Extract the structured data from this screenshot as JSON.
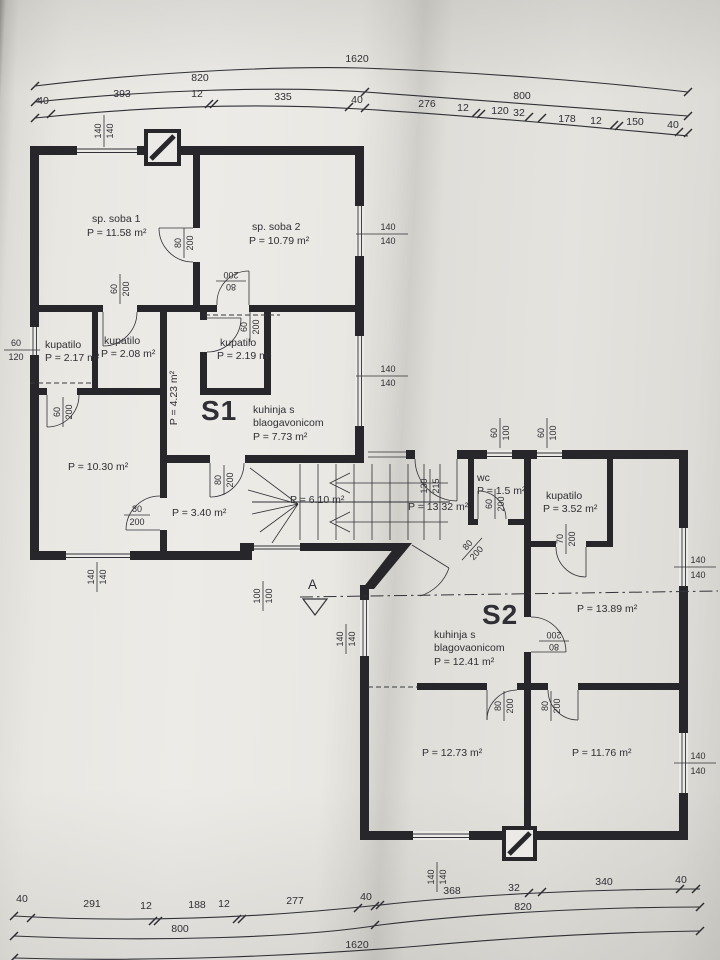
{
  "drawing": {
    "units": {
      "s1": "S1",
      "s2": "S2"
    },
    "section": {
      "label": "A"
    },
    "rooms": {
      "sp_soba_1": {
        "name": "sp. soba 1",
        "area": "P = 11.58 m²"
      },
      "sp_soba_2": {
        "name": "sp. soba 2",
        "area": "P = 10.79 m²"
      },
      "kupatilo_a": {
        "name": "kupatilo",
        "area": "P = 2.17 m²"
      },
      "kupatilo_b": {
        "name": "kupatilo",
        "area": "P = 2.08 m²"
      },
      "kupatilo_c": {
        "name": "kupatilo",
        "area": "P = 2.19 m²"
      },
      "hodnik_s1_area": "P = 4.23 m²",
      "kuhinja_s1": {
        "line1": "kuhinja s",
        "line2": "blaogavonicom",
        "area": "P = 7.73 m²"
      },
      "room_1030_area": "P = 10.30 m²",
      "hodnik_340_area": "P = 3.40 m²",
      "stepenice_area": "P = 6.10 m²",
      "ulaz_s2_area": "P = 13.32 m²",
      "wc": {
        "name": "wc",
        "area": "P = 1.5 m²"
      },
      "kupatilo_s2": {
        "name": "kupatilo",
        "area": "P = 3.52 m²"
      },
      "room_1389_area": "P = 13.89 m²",
      "kuhinja_s2": {
        "line1": "kuhinja s",
        "line2": "blagovaonicom",
        "area": "P = 12.41 m²"
      },
      "room_1273_area": "P = 12.73 m²",
      "room_1176_area": "P = 11.76 m²"
    },
    "dims": {
      "top_total": "1620",
      "top_mid": [
        "820",
        "800"
      ],
      "top_segs": [
        "40",
        "393",
        "12",
        "335",
        "40",
        "276",
        "12",
        "120",
        "32",
        "178",
        "12",
        "150",
        "40"
      ],
      "bottom_segs_left": [
        "40",
        "291",
        "12",
        "188",
        "12",
        "277",
        "40"
      ],
      "bottom_segs_right": [
        "368",
        "32",
        "340",
        "40"
      ],
      "bottom_mid_left": "800",
      "bottom_mid_right": "820",
      "bottom_total": "1620"
    },
    "openings": {
      "w140": {
        "a": "140",
        "b": "140"
      },
      "w60100": {
        "a": "60",
        "b": "100"
      },
      "w100": {
        "a": "100",
        "b": "100"
      },
      "w60120": {
        "a": "60",
        "b": "120"
      },
      "d80": {
        "a": "80",
        "b": "200"
      },
      "d60": {
        "a": "60",
        "b": "200"
      },
      "d70": {
        "a": "70",
        "b": "200"
      },
      "entry": {
        "a": "130",
        "b": "215"
      }
    }
  }
}
